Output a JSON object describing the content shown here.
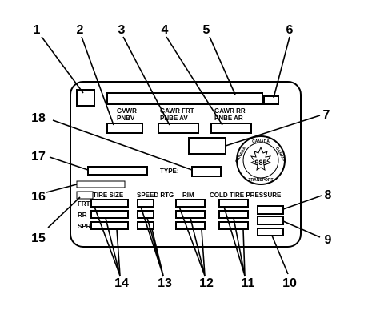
{
  "callouts": [
    "1",
    "2",
    "3",
    "4",
    "5",
    "6",
    "7",
    "8",
    "9",
    "10",
    "11",
    "12",
    "13",
    "14",
    "15",
    "16",
    "17",
    "18"
  ],
  "labels": {
    "gvwr": [
      "GVWR",
      "PNBV"
    ],
    "gawr_frt": [
      "GAWR FRT",
      "PNBE AV"
    ],
    "gawr_rr": [
      "GAWR RR",
      "PNBE AR"
    ],
    "type": "TYPE:",
    "tire_size": "TIRE SIZE",
    "speed_rtg": "SPEED RTG",
    "rim": "RIM",
    "cold_tire_pressure": "COLD TIRE PRESSURE",
    "rows": [
      "FRT",
      "RR",
      "SPR"
    ]
  },
  "stamp": {
    "top_text": "CANADA",
    "left_text": "CANADA",
    "right_text": "CANADA",
    "bottom_text": "TRANSPORT",
    "number": "985"
  }
}
